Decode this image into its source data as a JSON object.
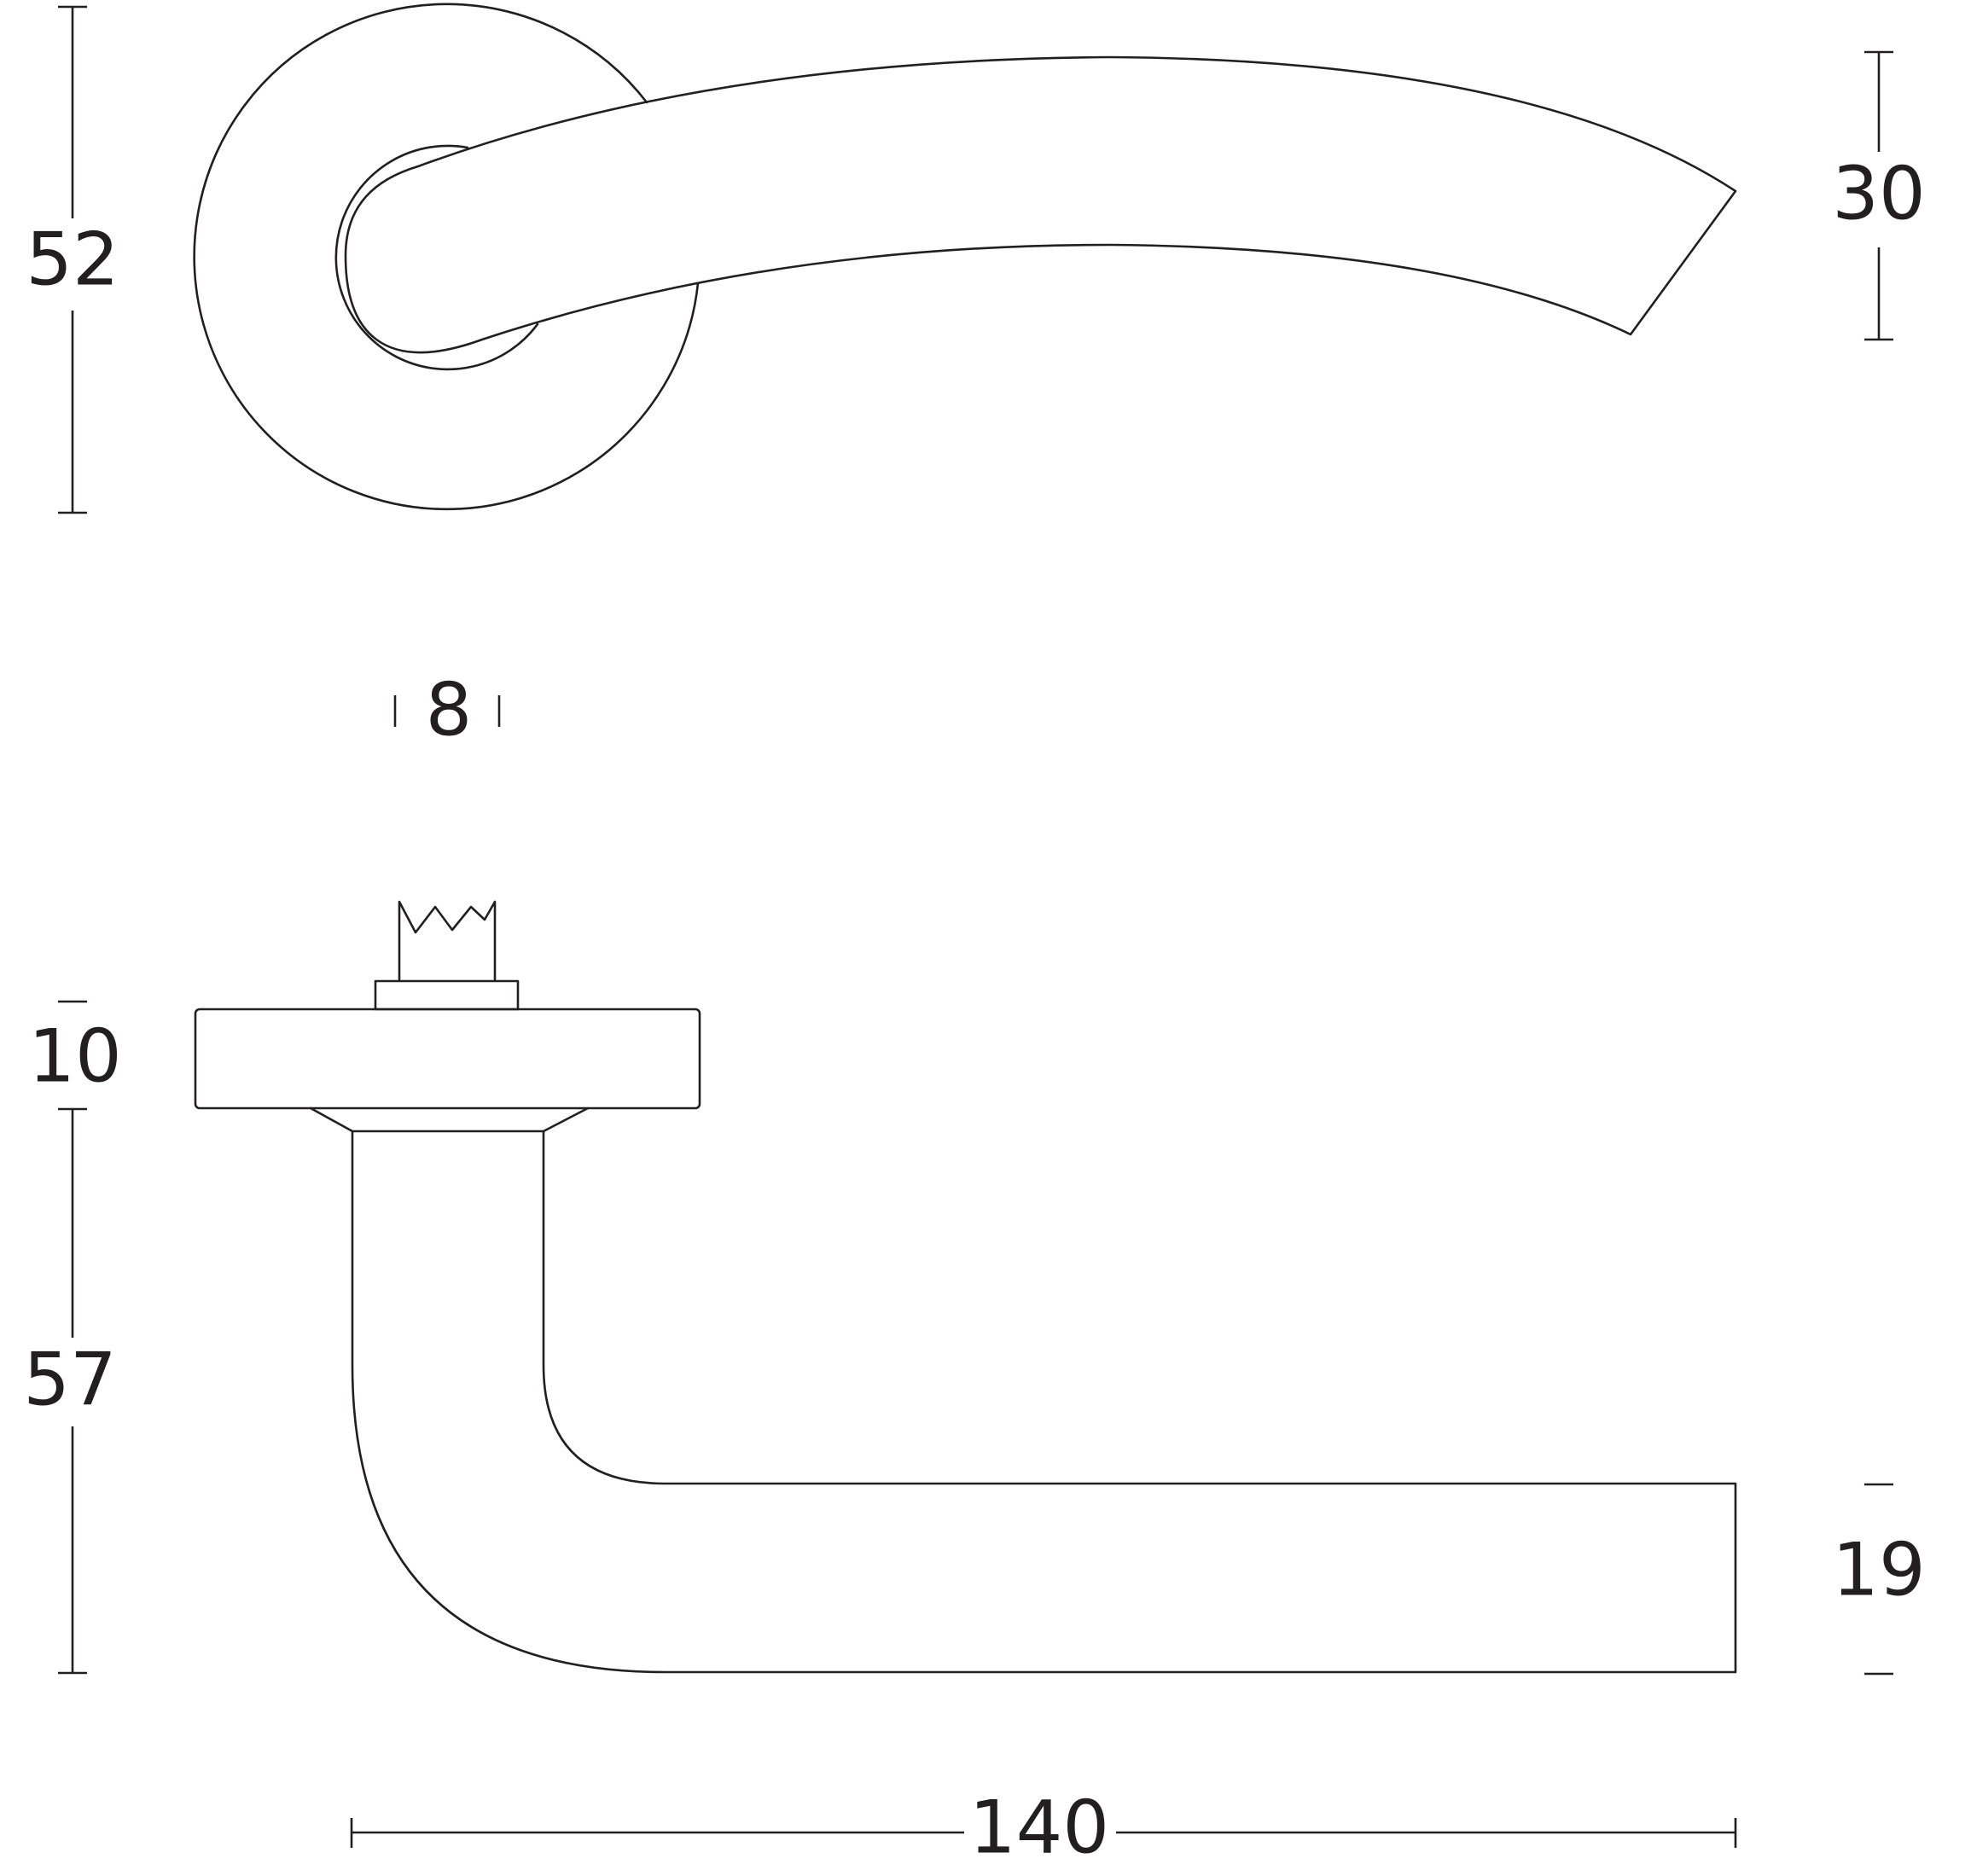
{
  "dimensions": {
    "rose_diameter": "52",
    "lever_height_top": "30",
    "spindle": "8",
    "rose_thickness": "10",
    "lever_projection": "57",
    "grip_thickness": "19",
    "lever_length": "140"
  },
  "colors": {
    "line": "#231f20",
    "background": "#ffffff"
  }
}
